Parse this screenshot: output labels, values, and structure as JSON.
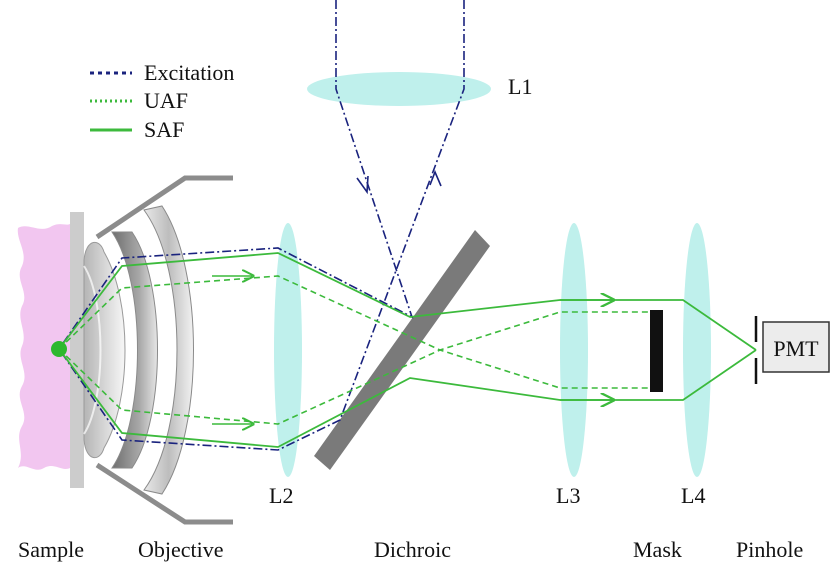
{
  "legend": {
    "items": [
      {
        "label": "Excitation",
        "style": "dash-dot",
        "color": "#1a237e"
      },
      {
        "label": "UAF",
        "style": "dashed",
        "color": "#3cba3c"
      },
      {
        "label": "SAF",
        "style": "solid",
        "color": "#3cba3c"
      }
    ]
  },
  "lenses": {
    "l1": "L1",
    "l2": "L2",
    "l3": "L3",
    "l4": "L4"
  },
  "components": {
    "sample": "Sample",
    "objective": "Objective",
    "dichroic": "Dichroic",
    "mask": "Mask",
    "pinhole": "Pinhole",
    "detector": "PMT"
  },
  "colors": {
    "excitation": "#1a237e",
    "emission": "#3cba3c",
    "lens_fill": "#bff0ec",
    "sample_fill": "#f2c6f0",
    "dichroic_fill": "#7a7a7a",
    "mask_fill": "#111111",
    "objective_gray": "#8c8c8c"
  }
}
